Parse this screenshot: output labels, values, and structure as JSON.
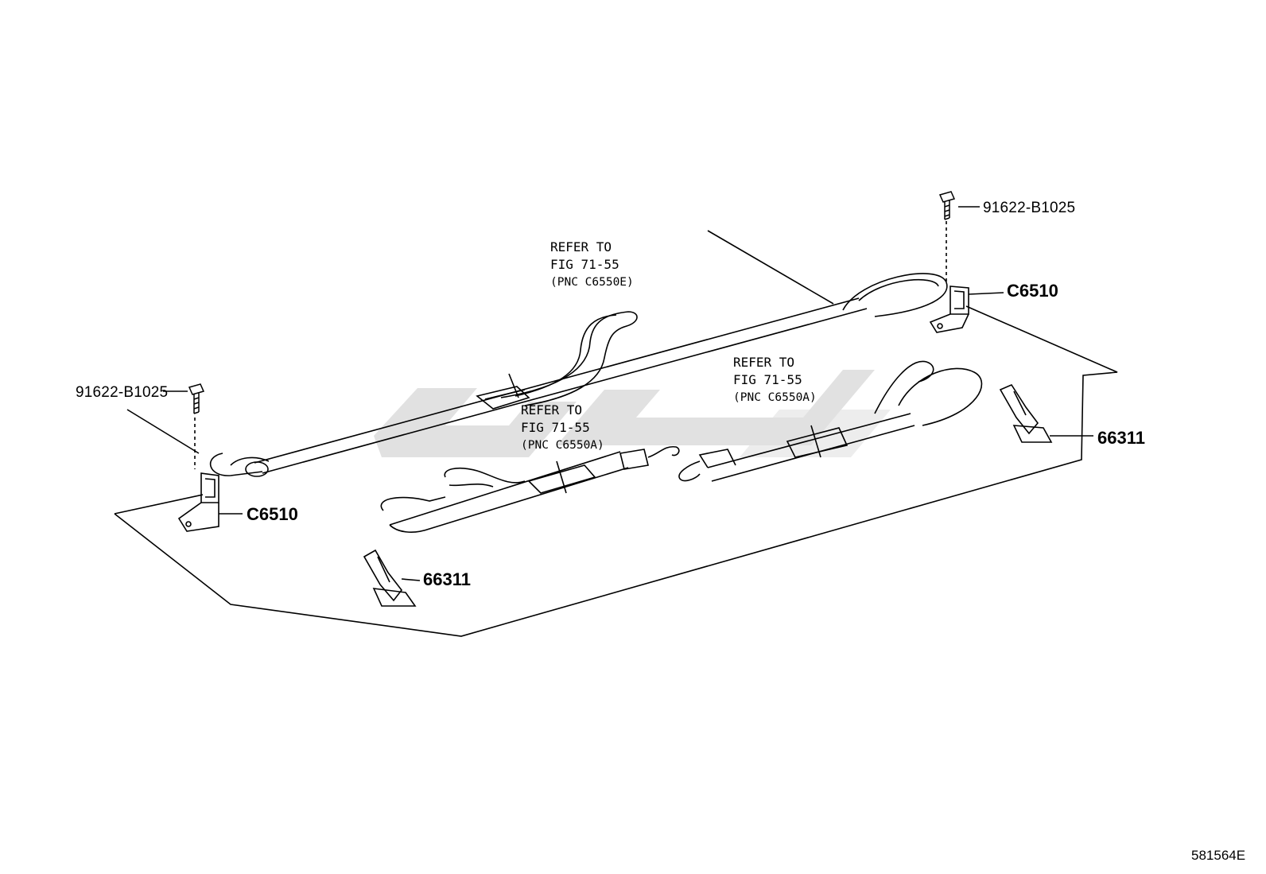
{
  "diagram": {
    "callouts": {
      "bolt_left": "91622-B1025",
      "bolt_right": "91622-B1025",
      "hook_left": "C6510",
      "hook_right": "C6510",
      "clip_front": "66311",
      "clip_right": "66311"
    },
    "notes": {
      "top_strap": {
        "line1": "REFER TO",
        "line2": "FIG 71-55",
        "line3": "(PNC C6550E)"
      },
      "middle_strap": {
        "line1": "REFER TO",
        "line2": "FIG 71-55",
        "line3": "(PNC C6550A)"
      },
      "right_strap": {
        "line1": "REFER TO",
        "line2": "FIG 71-55",
        "line3": "(PNC C6550A)"
      }
    },
    "drawing_code": "581564E"
  }
}
